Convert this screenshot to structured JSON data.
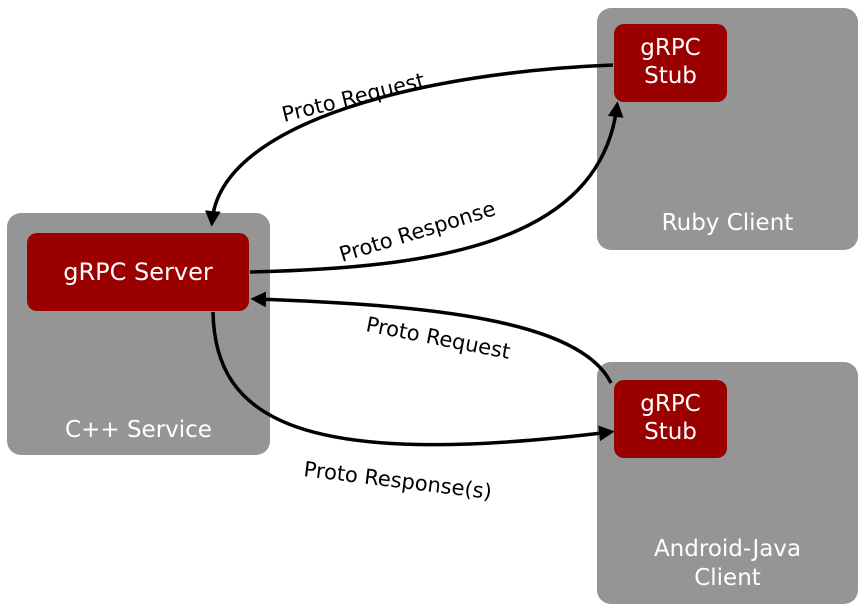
{
  "containers": {
    "cpp": {
      "label": "C++ Service",
      "server_node": "gRPC Server"
    },
    "ruby": {
      "label": "Ruby Client",
      "stub_line1": "gRPC",
      "stub_line2": "Stub"
    },
    "android": {
      "label_line1": "Android-Java",
      "label_line2": "Client",
      "stub_line1": "gRPC",
      "stub_line2": "Stub"
    }
  },
  "edges": {
    "ruby_request": "Proto Request",
    "ruby_response": "Proto Response",
    "android_request": "Proto Request",
    "android_response": "Proto Response(s)"
  },
  "colors": {
    "container": "#959595",
    "node": "#9b0000",
    "arrow": "#000000"
  }
}
